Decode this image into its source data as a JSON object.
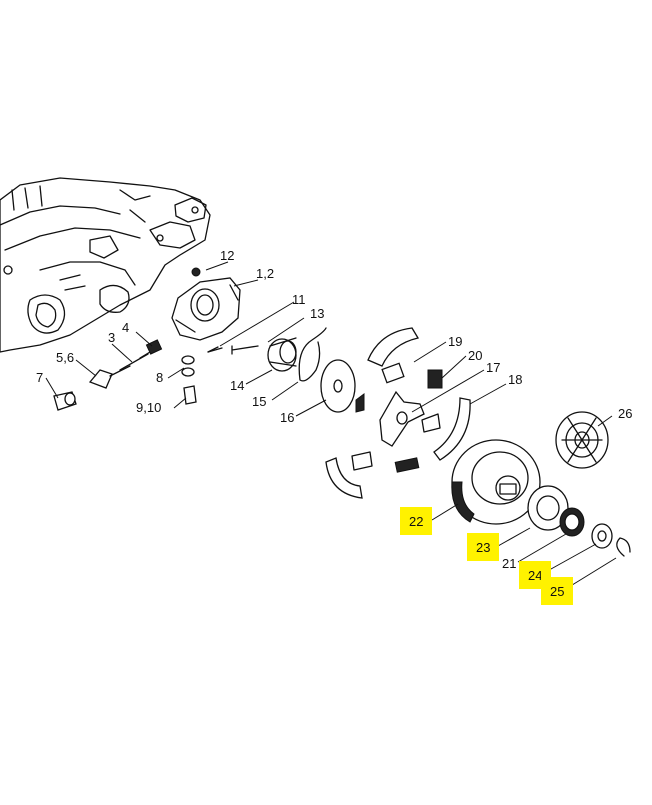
{
  "highlight_color": "#fff200",
  "line_color": "#111111",
  "callouts": [
    {
      "id": "c12",
      "label": "12",
      "highlighted": false
    },
    {
      "id": "c1_2",
      "label": "1,2",
      "highlighted": false
    },
    {
      "id": "c11",
      "label": "11",
      "highlighted": false
    },
    {
      "id": "c13",
      "label": "13",
      "highlighted": false
    },
    {
      "id": "c3",
      "label": "3",
      "highlighted": false
    },
    {
      "id": "c4",
      "label": "4",
      "highlighted": false
    },
    {
      "id": "c5_6",
      "label": "5,6",
      "highlighted": false
    },
    {
      "id": "c7",
      "label": "7",
      "highlighted": false
    },
    {
      "id": "c8",
      "label": "8",
      "highlighted": false
    },
    {
      "id": "c9_10",
      "label": "9,10",
      "highlighted": false
    },
    {
      "id": "c14",
      "label": "14",
      "highlighted": false
    },
    {
      "id": "c15",
      "label": "15",
      "highlighted": false
    },
    {
      "id": "c16",
      "label": "16",
      "highlighted": false
    },
    {
      "id": "c19",
      "label": "19",
      "highlighted": false
    },
    {
      "id": "c20",
      "label": "20",
      "highlighted": false
    },
    {
      "id": "c17",
      "label": "17",
      "highlighted": false
    },
    {
      "id": "c18",
      "label": "18",
      "highlighted": false
    },
    {
      "id": "c26",
      "label": "26",
      "highlighted": false
    },
    {
      "id": "c22",
      "label": "22",
      "highlighted": true
    },
    {
      "id": "c23",
      "label": "23",
      "highlighted": true
    },
    {
      "id": "c21",
      "label": "21",
      "highlighted": false
    },
    {
      "id": "c24",
      "label": "24",
      "highlighted": true
    },
    {
      "id": "c25",
      "label": "25",
      "highlighted": true
    }
  ]
}
